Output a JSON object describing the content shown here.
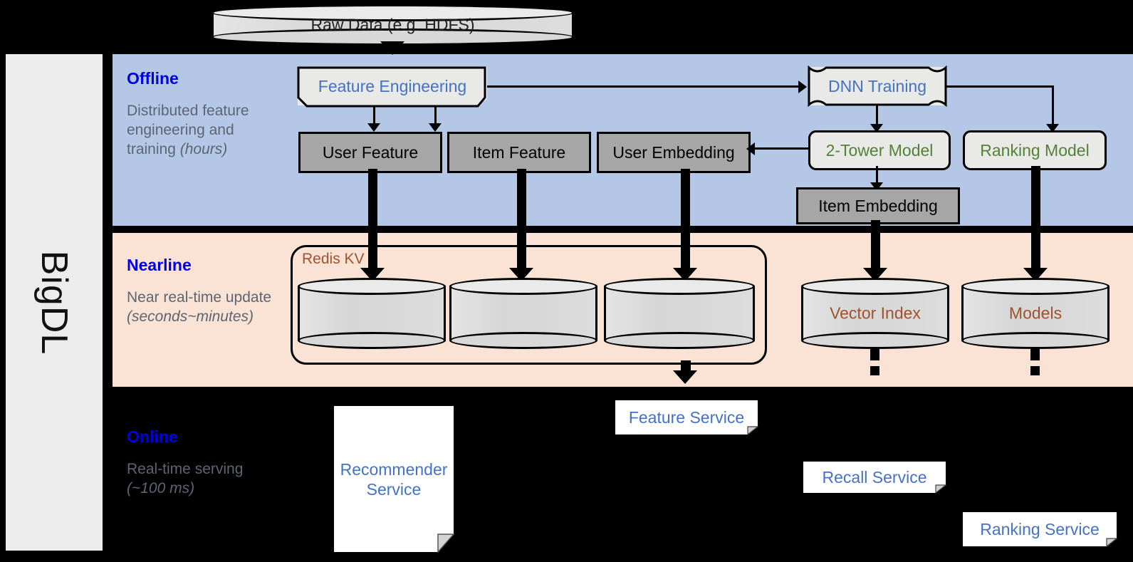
{
  "sidebar": {
    "label": "BigDL"
  },
  "source": {
    "label": "Raw Data (e.g. HDFS)"
  },
  "bands": {
    "offline": {
      "title": "Offline",
      "description": "Distributed feature engineering and training ",
      "description_em": "(hours)"
    },
    "nearline": {
      "title": "Nearline",
      "description": "Near real-time update ",
      "description_em": "(seconds~minutes)"
    },
    "online": {
      "title": "Online",
      "description": "Real-time serving ",
      "description_em": "(~100 ms)"
    }
  },
  "offline": {
    "feature_engineering": "Feature Engineering",
    "dnn_training": "DNN Training",
    "user_feature": "User Feature",
    "item_feature": "Item Feature",
    "user_embedding": "User Embedding",
    "two_tower_model": "2-Tower Model",
    "ranking_model": "Ranking Model",
    "item_embedding": "Item Embedding"
  },
  "nearline": {
    "redis_group": "Redis KV",
    "store_user_feature": "",
    "store_item_feature": "",
    "store_user_embedding": "",
    "vector_index": "Vector Index",
    "models": "Models"
  },
  "online": {
    "recommender_service": "Recommender Service",
    "feature_service": "Feature Service",
    "recall_service": "Recall Service",
    "ranking_service": "Ranking Service"
  },
  "colors": {
    "offline_band": "#b4c7e7",
    "nearline_band": "#fae3d4",
    "online_band": "#000000",
    "sidebar": "#ececec",
    "title_blue": "#0000e0",
    "text_blue": "#4472c4",
    "text_green": "#548235",
    "text_brown": "#a0522d",
    "gray_box": "#a6a6a6",
    "proc_box": "#e9e9e7"
  }
}
